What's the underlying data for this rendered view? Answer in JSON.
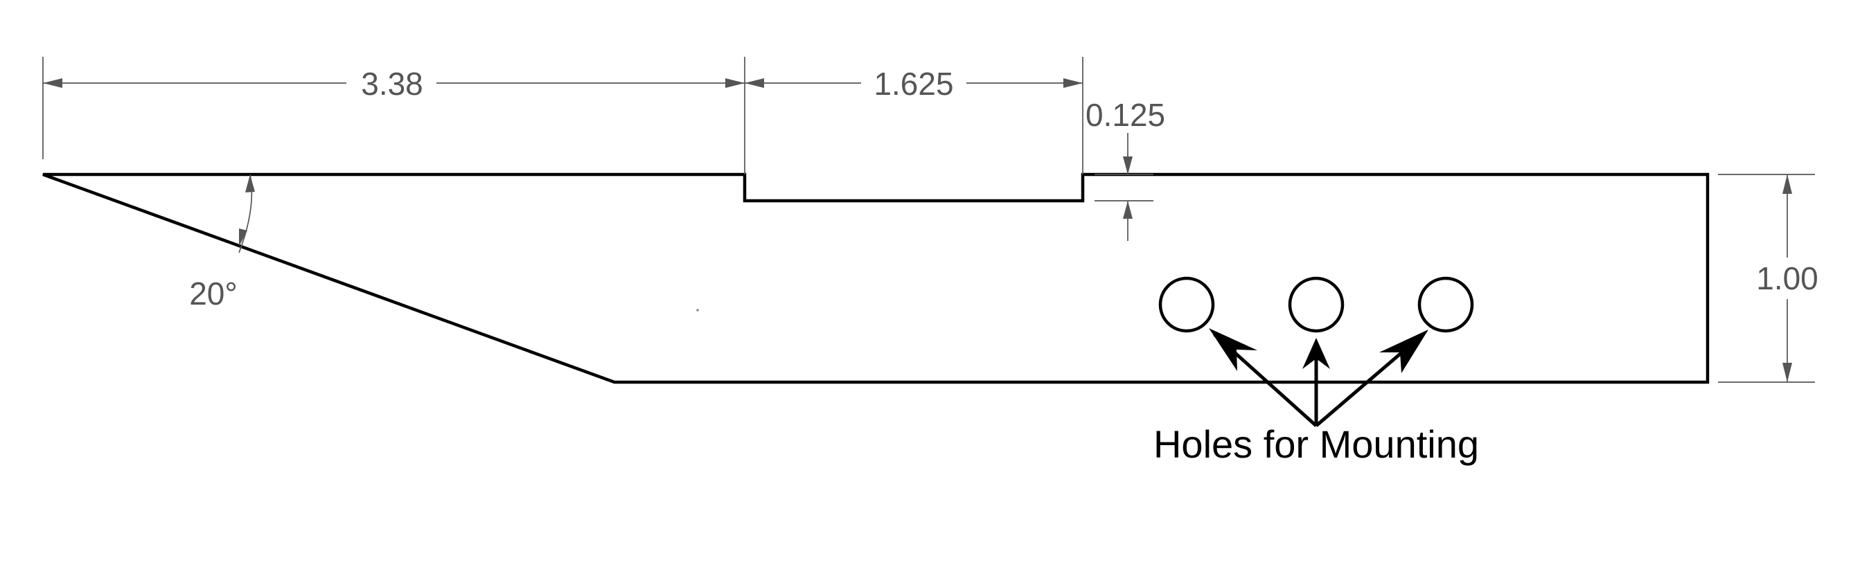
{
  "drawing": {
    "dimensions": {
      "left_length": "3.38",
      "slot_width": "1.625",
      "slot_depth": "0.125",
      "height": "1.00",
      "angle": "20°"
    },
    "callout": {
      "label": "Holes for Mounting"
    },
    "hole_count": 3,
    "colors": {
      "part": "#000000",
      "dimension": "#555555",
      "background": "#ffffff"
    }
  }
}
